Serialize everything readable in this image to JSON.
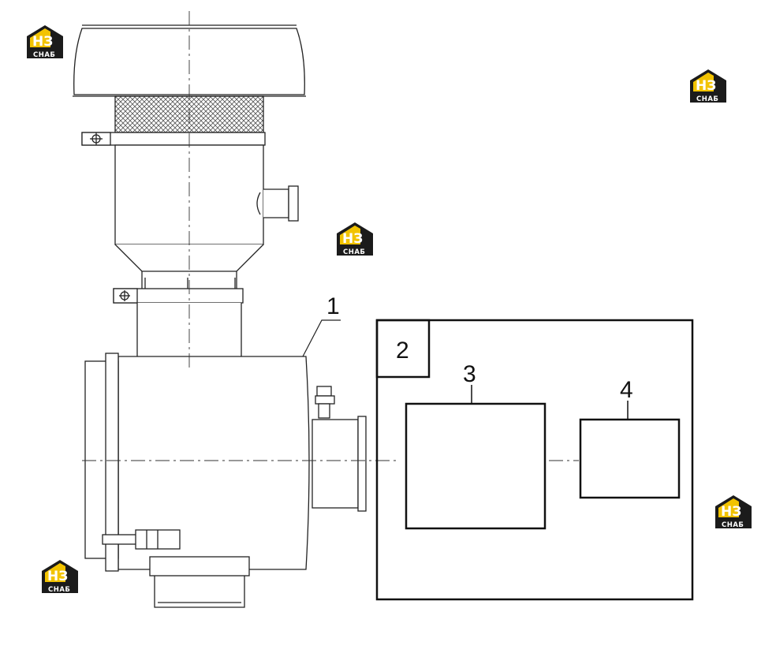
{
  "diagram": {
    "callouts": [
      {
        "id": "callout-1",
        "label": "1"
      },
      {
        "id": "callout-2",
        "label": "2"
      },
      {
        "id": "callout-3",
        "label": "3"
      },
      {
        "id": "callout-4",
        "label": "4"
      }
    ]
  },
  "watermark": {
    "mark": "НЗ",
    "subtitle": "СНАБ",
    "colors": {
      "accent": "#f2c300",
      "dark": "#1b1b1b"
    }
  }
}
